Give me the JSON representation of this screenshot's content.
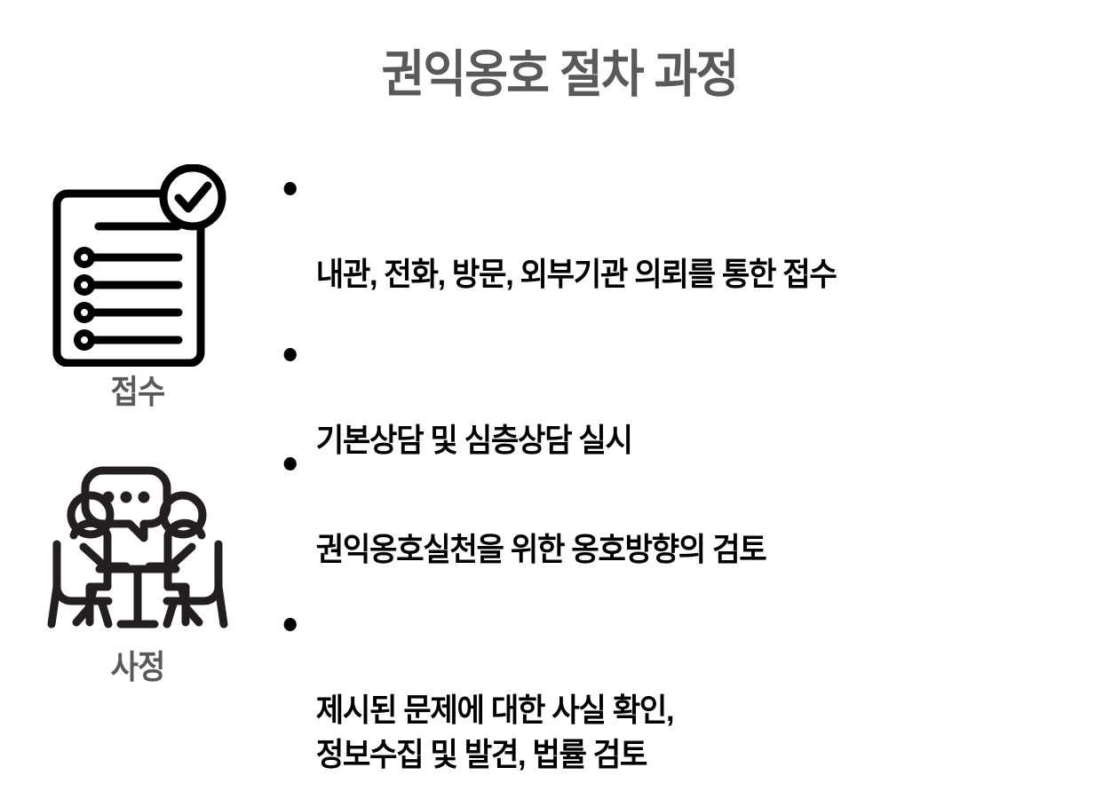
{
  "slide": {
    "title": "권익옹호 절차 과정",
    "background_color": "#ffffff",
    "title_color": "#595959",
    "bullet_text_color": "#000000",
    "icon_stroke_color": "#231f20"
  },
  "steps": [
    {
      "label": "접수",
      "icon": "checklist-document-icon",
      "bullets": [
        "내관, 전화, 방문, 외부기관 의뢰를 통한 접수",
        "기본상담 및 심층상담 실시"
      ]
    },
    {
      "label": "사정",
      "icon": "two-people-consultation-icon",
      "bullets": [
        "권익옹호실천을 위한 옹호방향의 검토",
        "제시된 문제에 대한 사실 확인,\n정보수집 및 발견, 법률 검토"
      ]
    }
  ]
}
